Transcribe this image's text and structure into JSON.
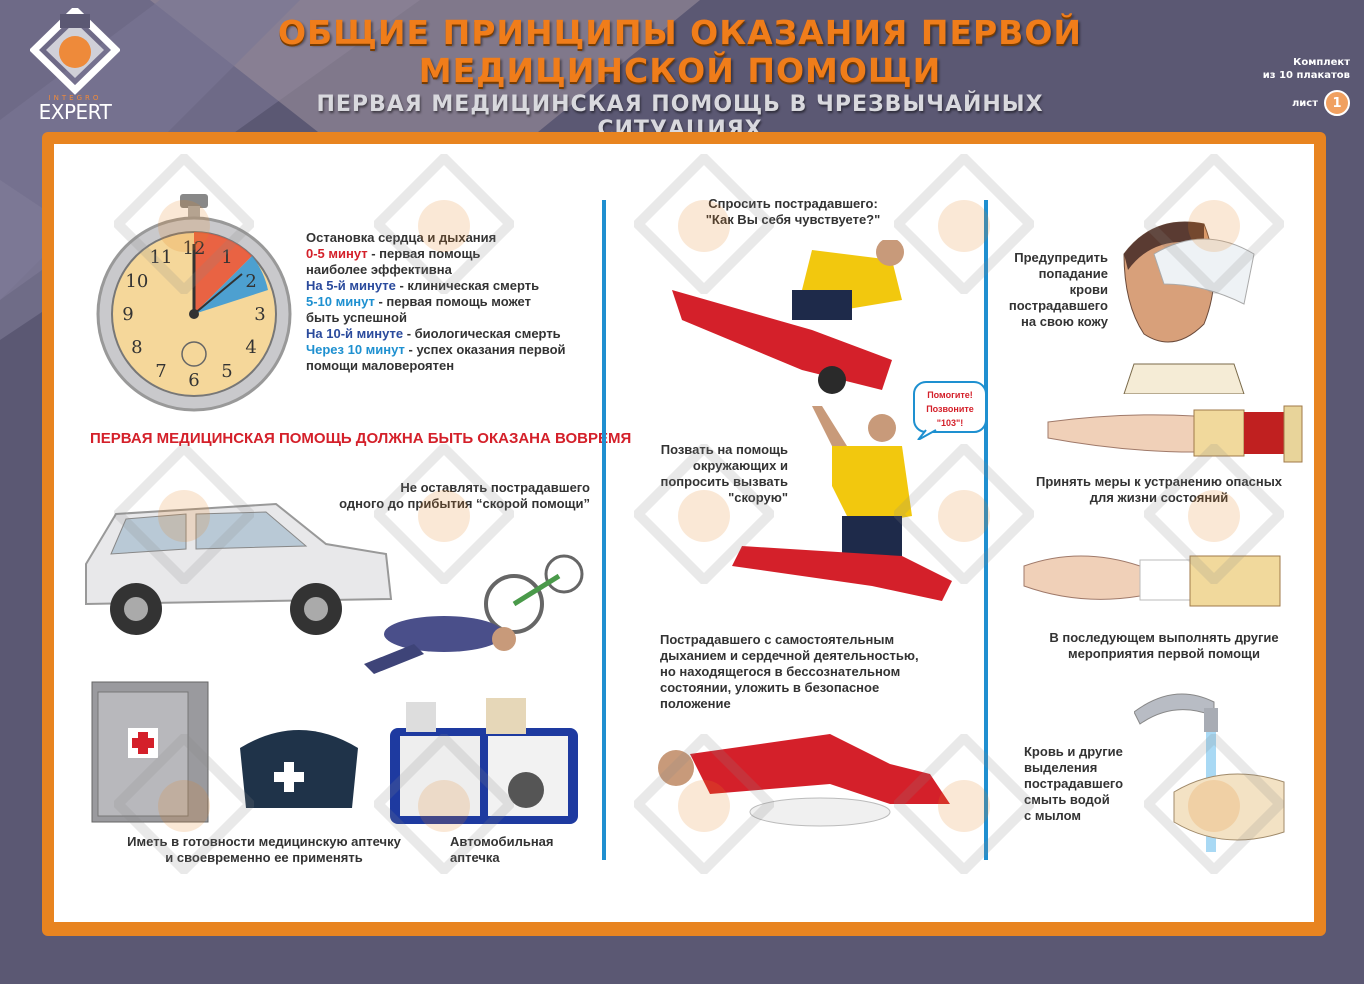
{
  "header": {
    "title_line1": "ОБЩИЕ ПРИНЦИПЫ ОКАЗАНИЯ ПЕРВОЙ",
    "title_line2": "МЕДИЦИНСКОЙ ПОМОЩИ",
    "subtitle": "ПЕРВАЯ МЕДИЦИНСКАЯ ПОМОЩЬ В ЧРЕЗВЫЧАЙНЫХ СИТУАЦИЯХ",
    "kit_line1": "Комплект",
    "kit_line2": "из 10 плакатов",
    "sheet_label": "лист",
    "sheet_number": "1"
  },
  "logo": {
    "brand": "EXPERT",
    "brand_small": "INTEGRO"
  },
  "colors": {
    "orange": "#e88420",
    "red": "#d4202a",
    "blue": "#2a4a9c",
    "cyan": "#1e90d0",
    "divider": "#1f8fd0"
  },
  "clock": {
    "numbers": [
      "12",
      "1",
      "2",
      "3",
      "4",
      "5",
      "6",
      "7",
      "8",
      "9",
      "10",
      "11"
    ],
    "lines": [
      {
        "prefix": "",
        "text": "Остановка сердца и дыхания",
        "cls": ""
      },
      {
        "prefix": "0-5 минут",
        "text": " - первая помощь",
        "cls": "red"
      },
      {
        "prefix": "",
        "text": "наиболее эффективна",
        "cls": ""
      },
      {
        "prefix": "На 5-й минуте",
        "text": " - клиническая смерть",
        "cls": "blue"
      },
      {
        "prefix": "5-10 минут",
        "text": " - первая помощь может",
        "cls": "cyan"
      },
      {
        "prefix": "",
        "text": "быть успешной",
        "cls": ""
      },
      {
        "prefix": "На 10-й минуте",
        "text": " - биологическая смерть",
        "cls": "blue"
      },
      {
        "prefix": "Через 10 минут",
        "text": " - успех оказания первой",
        "cls": "cyan"
      },
      {
        "prefix": "",
        "text": "помощи маловероятен",
        "cls": ""
      }
    ]
  },
  "left": {
    "headline": "ПЕРВАЯ МЕДИЦИНСКАЯ ПОМОЩЬ ДОЛЖНА БЫТЬ ОКАЗАНА ВОВРЕМЯ",
    "do_not_leave_1": "Не оставлять пострадавшего",
    "do_not_leave_2": "одного до прибытия “скорой помощи”",
    "kit_ready_1": "Иметь в готовности медицинскую аптечку",
    "kit_ready_2": "и своевременно ее применять",
    "car_kit_1": "Автомобильная",
    "car_kit_2": "аптечка"
  },
  "middle": {
    "ask_1": "Спросить пострадавшего:",
    "ask_2": "\"Как Вы себя чувствуете?\"",
    "call_1": "Позвать на помощь",
    "call_2": "окружающих и",
    "call_3": "попросить вызвать",
    "call_4": "\"скорую\"",
    "bubble_1": "Помогите!",
    "bubble_2": "Позвоните",
    "bubble_3": "\"103\"!",
    "safe_1": "Пострадавшего с самостоятельным",
    "safe_2": "дыханием и сердечной деятельностью,",
    "safe_3": "но находящегося в бессознательном",
    "safe_4": "состоянии, уложить в безопасное",
    "safe_5": "положение"
  },
  "right": {
    "prevent_1": "Предупредить",
    "prevent_2": "попадание",
    "prevent_3": "крови",
    "prevent_4": "пострадавшего",
    "prevent_5": "на свою кожу",
    "measures_1": "Принять меры к устранению опасных",
    "measures_2": "для жизни состояний",
    "further_1": "В последующем выполнять другие",
    "further_2": "мероприятия первой помощи",
    "wash_1": "Кровь и другие",
    "wash_2": "выделения",
    "wash_3": "пострадавшего",
    "wash_4": "смыть водой",
    "wash_5": "с мылом"
  }
}
